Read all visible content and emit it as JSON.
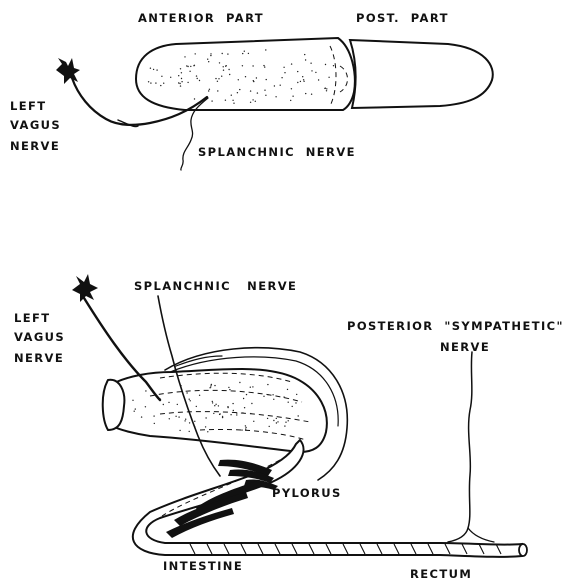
{
  "top_diagram": {
    "labels": {
      "anterior_part": "ANTERIOR  PART",
      "post_part": "POST.  PART",
      "left_vagus": [
        "LEFT",
        "VAGUS",
        "NERVE"
      ],
      "splanchnic": "SPLANCHNIC  NERVE"
    }
  },
  "bottom_diagram": {
    "labels": {
      "splanchnic": "SPLANCHNIC   NERVE",
      "left_vagus": [
        "LEFT",
        "VAGUS",
        "NERVE"
      ],
      "posterior_sympathetic": [
        "POSTERIOR  \"SYMPATHETIC\"",
        "NERVE"
      ],
      "pylorus": "PYLORUS",
      "intestine": "INTESTINE",
      "rectum": "RECTUM"
    }
  },
  "colors": {
    "ink": "#111111",
    "paper": "#ffffff"
  }
}
